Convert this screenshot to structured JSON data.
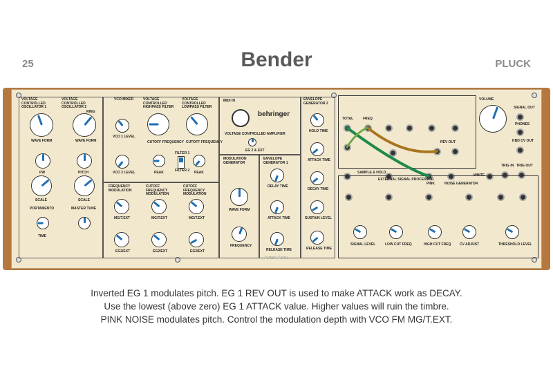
{
  "page": {
    "number": "25",
    "title": "Bender",
    "patch_type": "PLUCK"
  },
  "panel": {
    "brand": "behringer",
    "signature": "Anton Anru",
    "sections": {
      "vco1": "VOLTAGE CONTROLLED OSCILLATOR 1",
      "vco2": "VOLTAGE CONTROLLED OSCILLATOR 2",
      "vco_mixer": "VCO MIXER",
      "hpf": "VOLTAGE CONTROLLED HIGHPASS FILTER",
      "lpf": "VOLTAGE CONTROLLED LOWPASS FILTER",
      "midi": "MIDI IN",
      "vca": "VOLTAGE CONTROLLED AMPLIFIER",
      "eg2": "ENVELOPE GENERATOR 2",
      "mod_gen": "MODULATION GENERATOR",
      "eg1": "ENVELOPE GENERATOR 1",
      "freq_mod": "FREQUENCY MODULATION",
      "cutoff_mod1": "CUTOFF FREQUENCY MODULATION",
      "cutoff_mod2": "CUTOFF FREQUENCY MODULATION",
      "esp": "EXTERNAL SIGNAL PROCESSOR",
      "volume": "VOLUME"
    },
    "knob_labels": {
      "wave_form": "WAVE FORM",
      "ring": "RING",
      "pw": "PW",
      "pitch": "PITCH",
      "scale": "SCALE",
      "portamento": "PORTAMENTO",
      "master_tune": "MASTER TUNE",
      "time": "TIME",
      "vco1_level": "VCO 1 LEVEL",
      "vco2_level": "VCO 2 LEVEL",
      "cutoff_frequency": "CUTOFF FREQUENCY",
      "peak": "PEAK",
      "filter1": "FILTER 1",
      "filter2": "FILTER 2",
      "mg_t_ext": "MG/T.EXT",
      "eg2_ext": "EG2/EXT",
      "eg2_ext_small": "EG 2 & EXT",
      "frequency": "FREQUENCY",
      "hold_time": "HOLD TIME",
      "attack_time": "ATTACK TIME",
      "decay_time": "DECAY TIME",
      "sustain_level": "SUSTAIN LEVEL",
      "release_time": "RELEASE TIME",
      "delay_time": "DELAY TIME",
      "signal_level": "SIGNAL LEVEL",
      "low_cut_freq": "LOW CUT FREQ",
      "high_cut_freq": "HIGH CUT FREQ",
      "cv_adjust": "CV ADJUST",
      "threshold_level": "THRESHOLD LEVEL",
      "signal_out": "SIGNAL OUT",
      "phones": "PHONES",
      "kbd_cv_out": "KBD CV OUT",
      "trig_in": "TRIG IN",
      "trig_out": "TRIG OUT",
      "white": "WHITE",
      "pink": "PINK",
      "noise_generator": "NOISE GENERATOR",
      "sample_hold": "SAMPLE & HOLD",
      "rev_out": "REV OUT",
      "total": "TOTAL",
      "freq": "FREQ"
    },
    "patch_cables": [
      {
        "color": "#1e8a4a",
        "from": "TOTAL",
        "to": "PINK"
      },
      {
        "color": "#a8761e",
        "from": "FREQ",
        "to": "REV OUT"
      },
      {
        "color": "#6fa84a",
        "from": "VCO 1",
        "to": "FREQ"
      }
    ]
  },
  "caption": {
    "line1": "Inverted EG 1 modulates pitch. EG 1 REV OUT is used to make ATTACK work as DECAY.",
    "line2": "Use the lowest (above zero) EG 1 ATTACK value. Higher values will ruin the timbre.",
    "line3": "PINK NOISE modulates pitch. Control the modulation depth with VCO FM MG/T.EXT."
  }
}
